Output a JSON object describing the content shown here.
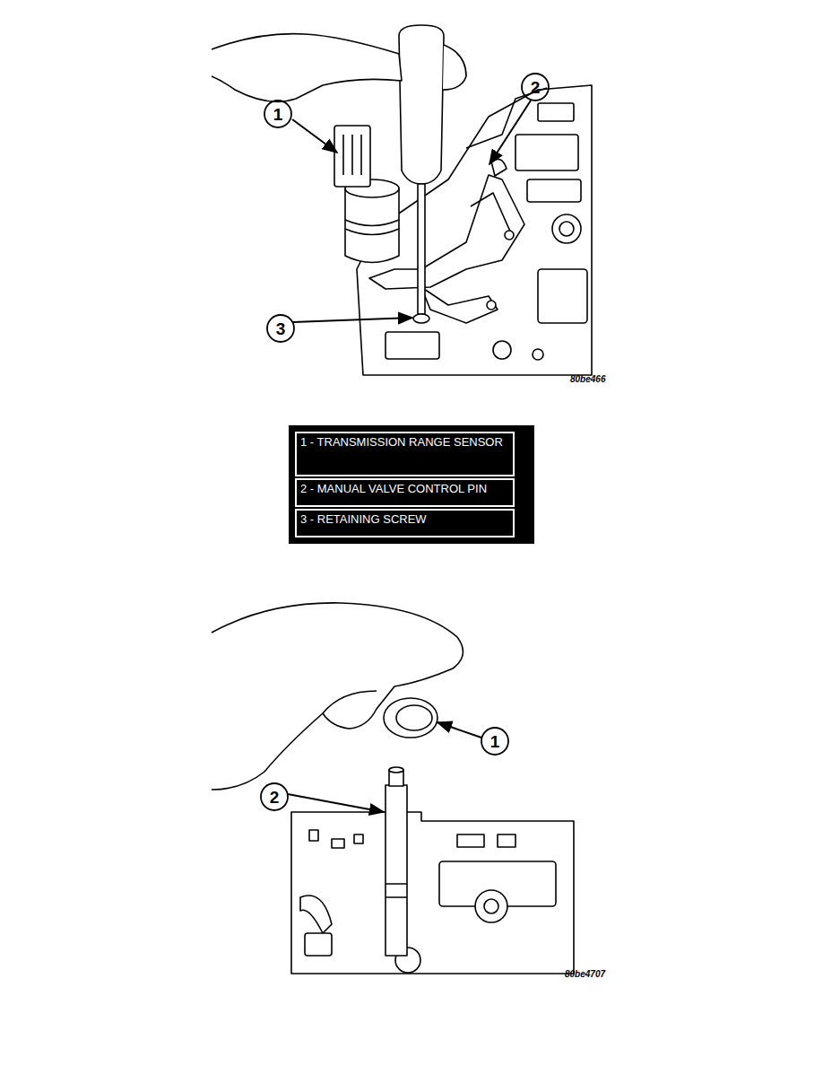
{
  "diagram": {
    "labels": [
      "1",
      "2",
      "3",
      "80be466",
      "1 - TRANSMISSION RANGE SENSOR",
      "2 - MANUAL VALVE CONTROL PIN",
      "3 - RETAINING SCREW",
      "1",
      "2",
      "80be4707"
    ]
  }
}
